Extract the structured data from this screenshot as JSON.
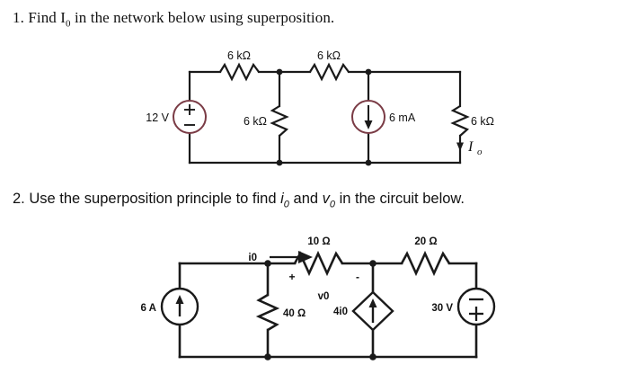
{
  "document": {
    "title": "Superposition circuit problems worksheet"
  },
  "problems": [
    {
      "id": "problem-1",
      "number": "1.",
      "text_before": "Find",
      "symbol": "I",
      "symbol_sub": "0",
      "text_after": "in the network below using superposition.",
      "full_text": "1. Find I0 in the network below using superposition."
    },
    {
      "id": "problem-2",
      "number": "2.",
      "text_before": "Use the superposition principle to find",
      "symbol_a": "i",
      "symbol_a_sub": "0",
      "conjunction": "and",
      "symbol_b": "v",
      "symbol_b_sub": "0",
      "text_after": "in the circuit below.",
      "full_text": "2. Use the superposition principle to find i0 and v0 in the circuit below."
    }
  ],
  "circuit1": {
    "name": "superposition-network-1",
    "wire_color": "#1a1a1a",
    "source_color": "#7a3b45",
    "components": {
      "voltage_source": {
        "label": "12 V",
        "polarity_top": "+",
        "polarity_bottom": "−",
        "type": "independent-voltage-source"
      },
      "resistor_top_left": {
        "label": "6 kΩ"
      },
      "resistor_top_right": {
        "label": "6 kΩ"
      },
      "resistor_middle": {
        "label": "6 kΩ"
      },
      "resistor_right": {
        "label": "6 kΩ"
      },
      "current_source": {
        "label": "6 mA",
        "direction": "down",
        "type": "independent-current-source"
      },
      "output_current": {
        "symbol": "I",
        "sub": "o",
        "direction": "down"
      }
    }
  },
  "circuit2": {
    "name": "superposition-network-2",
    "wire_color": "#1a1a1a",
    "components": {
      "current_source_left": {
        "label": "6 A",
        "direction": "up",
        "type": "independent-current-source"
      },
      "resistor_40": {
        "label": "40 Ω"
      },
      "resistor_10": {
        "label": "10 Ω"
      },
      "resistor_20": {
        "label": "20 Ω"
      },
      "dependent_source": {
        "label": "4i0",
        "direction": "up",
        "type": "current-controlled-current-source"
      },
      "voltage_source_right": {
        "label": "30 V",
        "polarity_top": "−",
        "polarity_bottom": "+",
        "type": "independent-voltage-source"
      },
      "branch_current": {
        "label": "i0",
        "direction": "right"
      },
      "branch_voltage": {
        "label": "v0",
        "polarity_left": "+",
        "polarity_right": "-"
      }
    }
  }
}
